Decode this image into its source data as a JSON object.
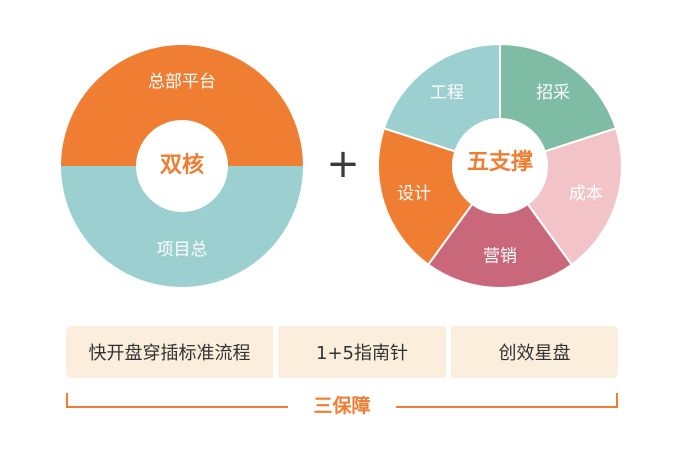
{
  "colors": {
    "orange": "#ef7d32",
    "light_blue": "#9ccfd0",
    "rose": "#c8687a",
    "pink": "#f2c4c8",
    "teal": "#7fbca5",
    "cream": "#fbeedd",
    "plus": "#3a3a3a"
  },
  "left_ring": {
    "center": "双核",
    "top_segment": "总部平台",
    "bottom_segment": "项目总"
  },
  "plus": "+",
  "right_ring": {
    "center": "五支撑",
    "segments": [
      "设计",
      "工程",
      "招采",
      "成本",
      "营销"
    ]
  },
  "bottom": {
    "pills": [
      "快开盘穿插标准流程",
      "1+5指南针",
      "创效星盘"
    ],
    "bracket_label": "三保障"
  }
}
